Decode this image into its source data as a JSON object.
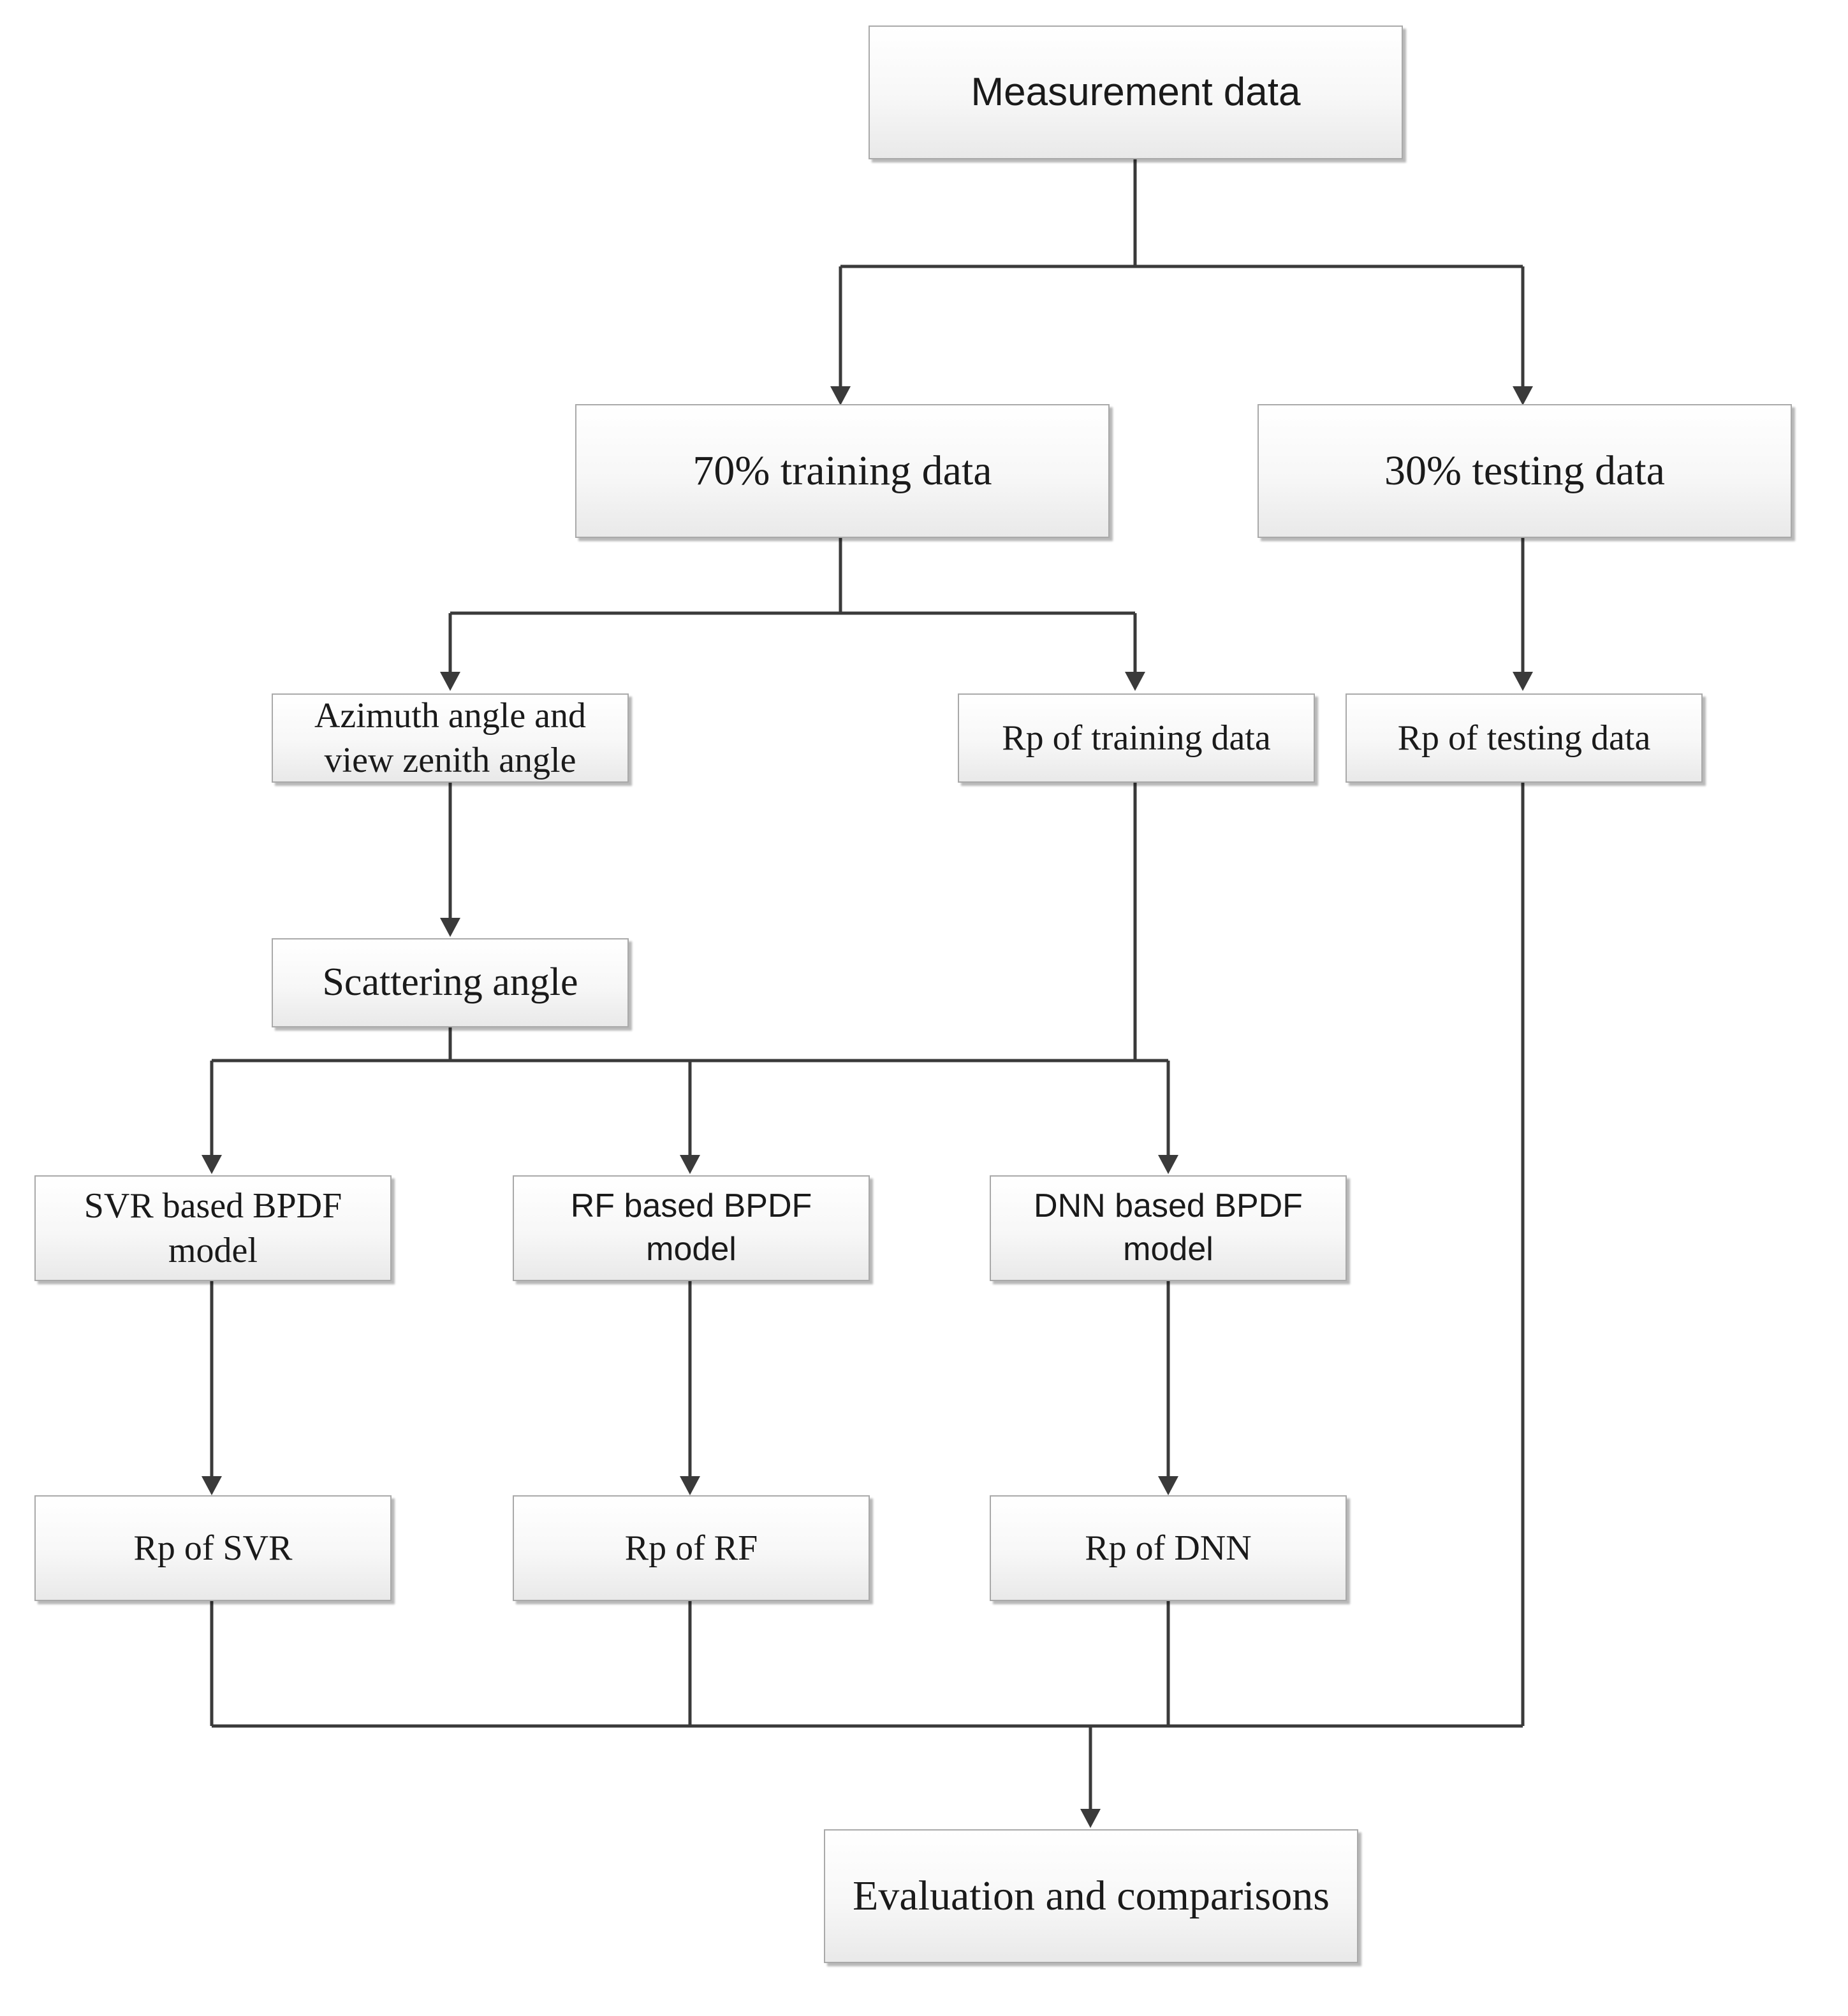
{
  "diagram": {
    "measurement_data": "Measurement data",
    "training_data": "70% training data",
    "testing_data": "30% testing data",
    "angles": "Azimuth angle and\nview zenith angle",
    "rp_training": "Rp of training data",
    "rp_testing": "Rp of testing data",
    "scattering_angle": "Scattering angle",
    "svr_model": "SVR based BPDF\nmodel",
    "rf_model": "RF based BPDF\nmodel",
    "dnn_model": "DNN based BPDF\nmodel",
    "rp_svr": "Rp of SVR",
    "rp_rf": "Rp of RF",
    "rp_dnn": "Rp of DNN",
    "evaluation": "Evaluation and comparisons"
  },
  "colors": {
    "line": "#3a3a3a",
    "box_border": "#a9a9a9",
    "text": "#1a1a1a"
  }
}
